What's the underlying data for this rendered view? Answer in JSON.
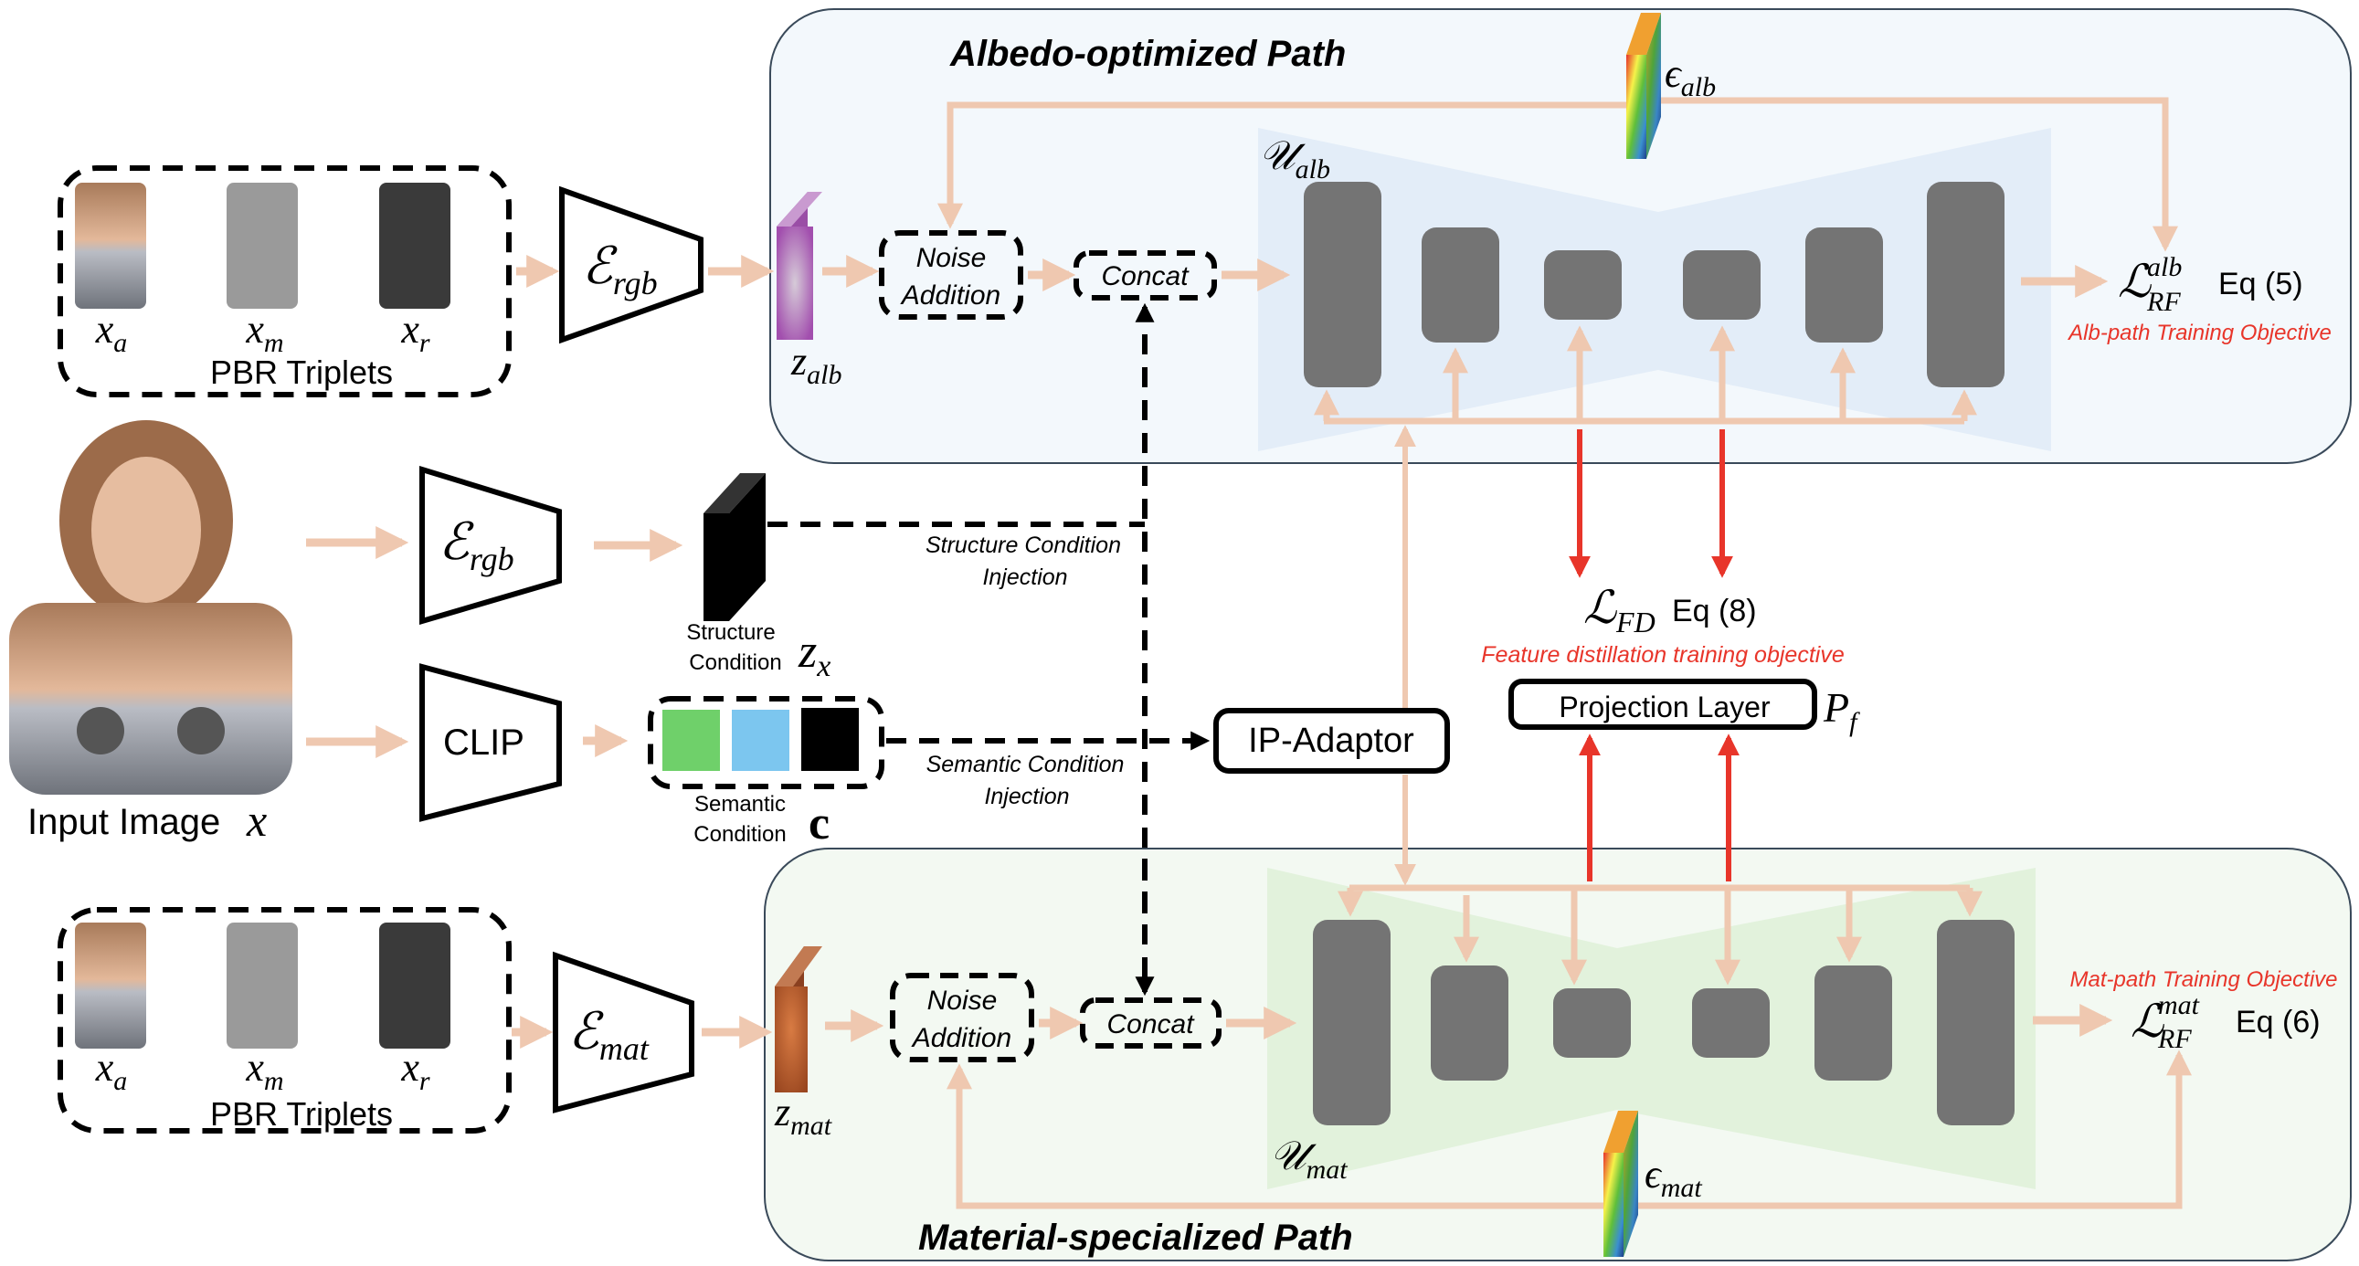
{
  "colors": {
    "arrow_peach": "#efc8b0",
    "red_arrow": "#e8352a",
    "block_gray": "#747474",
    "albedo_panel_bg": "#f3f8fc",
    "albedo_unet_bg": "#e3edf8",
    "material_panel_bg": "#f3f9f2",
    "material_unet_bg": "#e2f2dc",
    "semantic_green": "#6fd06a",
    "semantic_blue": "#7cc6ef",
    "semantic_black": "#000000",
    "z_alb_purple": "#a45ab0",
    "z_mat_brown": "#b65e2c"
  },
  "albedo_path": {
    "title": "Albedo-optimized Path",
    "pbr_box": {
      "label": "PBR Triplets",
      "items": [
        {
          "sym": "x",
          "sub": "a"
        },
        {
          "sym": "x",
          "sub": "m"
        },
        {
          "sym": "x",
          "sub": "r"
        }
      ]
    },
    "encoder": {
      "sym": "ℰ",
      "sub": "rgb"
    },
    "latent": {
      "sym": "z",
      "sub": "alb"
    },
    "noise_box": {
      "line1": "Noise",
      "line2": "Addition"
    },
    "concat_box": "Concat",
    "unet": {
      "sym": "𝒰",
      "sub": "alb"
    },
    "noise": {
      "sym": "ϵ",
      "sub": "alb"
    },
    "loss": {
      "sym": "ℒ",
      "sup": "alb",
      "sub": "RF",
      "eq": "Eq (5)"
    },
    "objective": "Alb-path Training Objective"
  },
  "material_path": {
    "title": "Material-specialized Path",
    "pbr_box": {
      "label": "PBR Triplets",
      "items": [
        {
          "sym": "x",
          "sub": "a"
        },
        {
          "sym": "x",
          "sub": "m"
        },
        {
          "sym": "x",
          "sub": "r"
        }
      ]
    },
    "encoder": {
      "sym": "ℰ",
      "sub": "mat"
    },
    "latent": {
      "sym": "z",
      "sub": "mat"
    },
    "noise_box": {
      "line1": "Noise",
      "line2": "Addition"
    },
    "concat_box": "Concat",
    "unet": {
      "sym": "𝒰",
      "sub": "mat"
    },
    "noise": {
      "sym": "ϵ",
      "sub": "mat"
    },
    "loss": {
      "sym": "ℒ",
      "sup": "mat",
      "sub": "RF",
      "eq": "Eq (6)"
    },
    "objective": "Mat-path Training Objective"
  },
  "input": {
    "label": "Input Image",
    "sym": "x",
    "encoder": {
      "sym": "ℰ",
      "sub": "rgb"
    },
    "clip": "CLIP",
    "structure": {
      "line1": "Structure",
      "line2": "Condition",
      "sym": "z",
      "sub": "x"
    },
    "semantic": {
      "line1": "Semantic",
      "line2": "Condition",
      "sym": "c"
    },
    "structure_injection": {
      "line1": "Structure Condition",
      "line2": "Injection"
    },
    "semantic_injection": {
      "line1": "Semantic Condition",
      "line2": "Injection"
    },
    "ip_adaptor": "IP-Adaptor"
  },
  "distillation": {
    "loss": {
      "sym": "ℒ",
      "sub": "FD",
      "eq": "Eq (8)"
    },
    "objective": "Feature distillation training objective",
    "projection": "Projection Layer",
    "projection_sym": {
      "sym": "P",
      "sub": "f"
    }
  }
}
